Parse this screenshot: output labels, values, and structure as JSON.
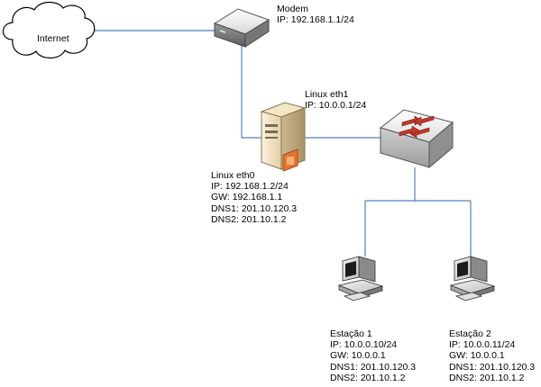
{
  "diagram": {
    "internet": {
      "label": "Internet"
    },
    "modem": {
      "name": "Modem",
      "ip": "IP: 192.168.1.1/24"
    },
    "linux_eth1": {
      "name": "Linux eth1",
      "ip": "IP: 10.0.0.1/24"
    },
    "linux_eth0": {
      "name": "Linux eth0",
      "ip": "IP: 192.168.1.2/24",
      "gw": "GW: 192.168.1.1",
      "dns1": "DNS1: 201.10.120.3",
      "dns2": "DNS2: 201.10.1.2"
    },
    "estacao1": {
      "name": "Estação 1",
      "ip": "IP: 10.0.0.10/24",
      "gw": "GW: 10.0.0.1",
      "dns1": "DNS1: 201.10.120.3",
      "dns2": "DNS2: 201.10.1.2"
    },
    "estacao2": {
      "name": "Estação 2",
      "ip": "IP: 10.0.0.11/24",
      "gw": "GW: 10.0.0.1",
      "dns1": "DNS1: 201.10.120.3",
      "dns2": "DNS2: 201.10.1.2"
    },
    "colors": {
      "link": "#4f81bd",
      "switch_arrow": "#c0392b",
      "server_orange": "#e8742e"
    },
    "icons": [
      "cloud-icon",
      "modem-icon",
      "server-icon",
      "switch-icon",
      "workstation-icon"
    ]
  }
}
